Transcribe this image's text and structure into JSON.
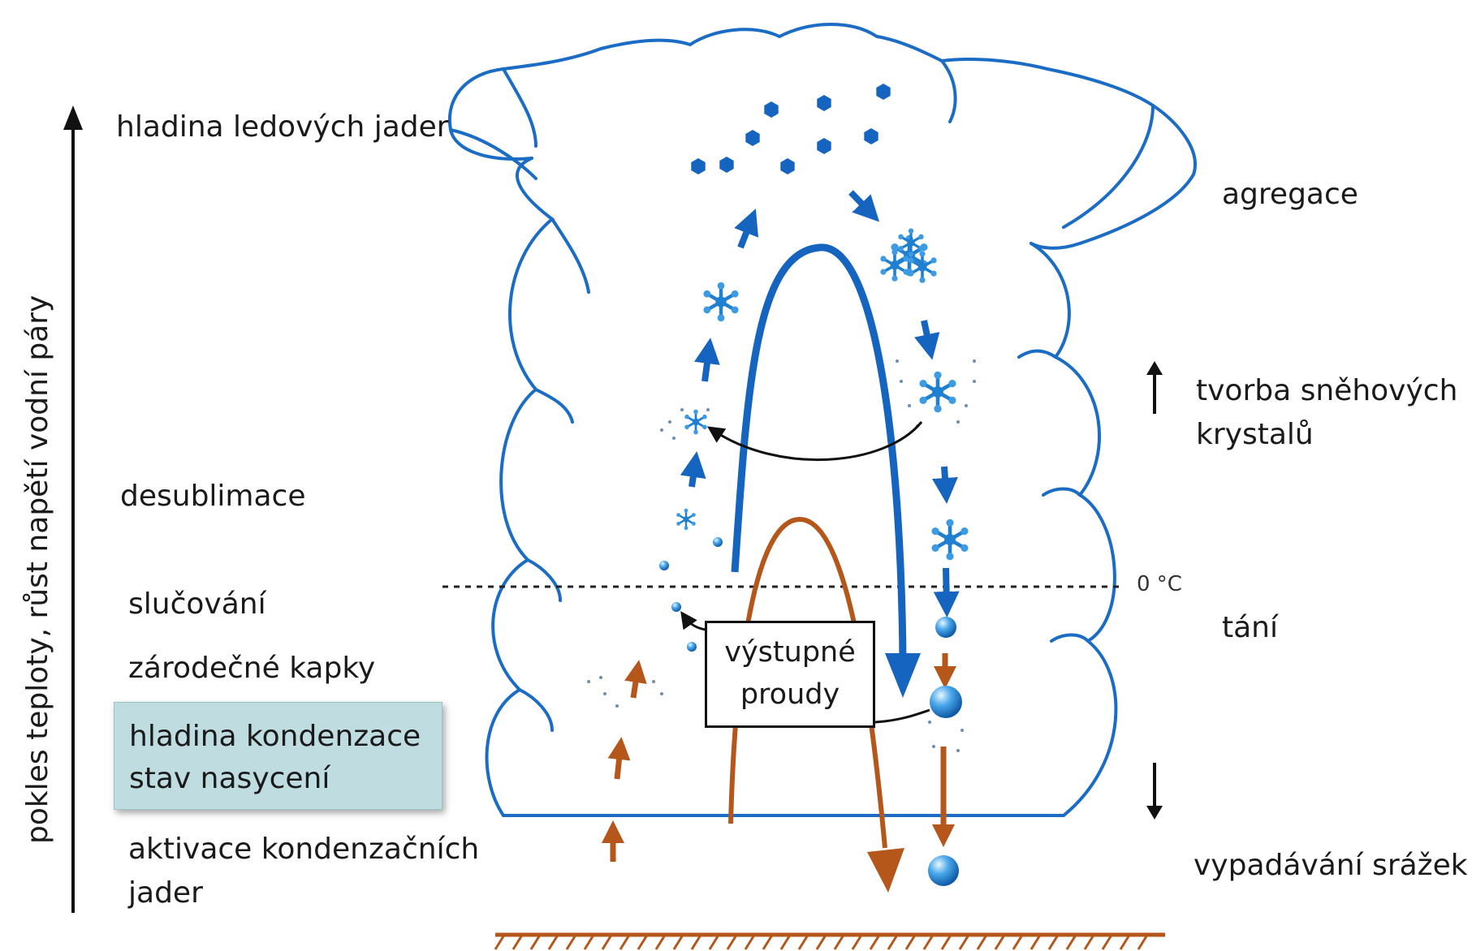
{
  "axis": {
    "vertical_label": "pokles teploty, růst napětí vodní páry"
  },
  "left_labels": {
    "ice_nuclei": "hladina ledových jader",
    "deposition": "desublimace",
    "coalescence": "slučování",
    "embryo_drops": "zárodečné kapky",
    "condensation_level": [
      "hladina kondenzace",
      "stav nasycení"
    ],
    "activation": [
      "aktivace kondenzačních",
      "jader"
    ]
  },
  "right_labels": {
    "aggregation": "agregace",
    "snow_crystals": [
      "tvorba sněhových",
      "krystalů"
    ],
    "melting": "tání",
    "fallout": "vypadávání srážek"
  },
  "updraft_box": [
    "výstupné",
    "proudy"
  ],
  "freezing_level": "0 °C",
  "colors": {
    "cloud_outline": "#1b6cc4",
    "cold_arrows": "#1565c0",
    "warm_arrows": "#b5561b",
    "ground": "#b5561b",
    "box_fill": "#bfdde1",
    "text": "#1a1a1a"
  },
  "icons": [
    "ice-nucleus-icon",
    "snowflake-icon",
    "water-droplet-icon",
    "up-arrow-icon",
    "down-arrow-icon"
  ]
}
